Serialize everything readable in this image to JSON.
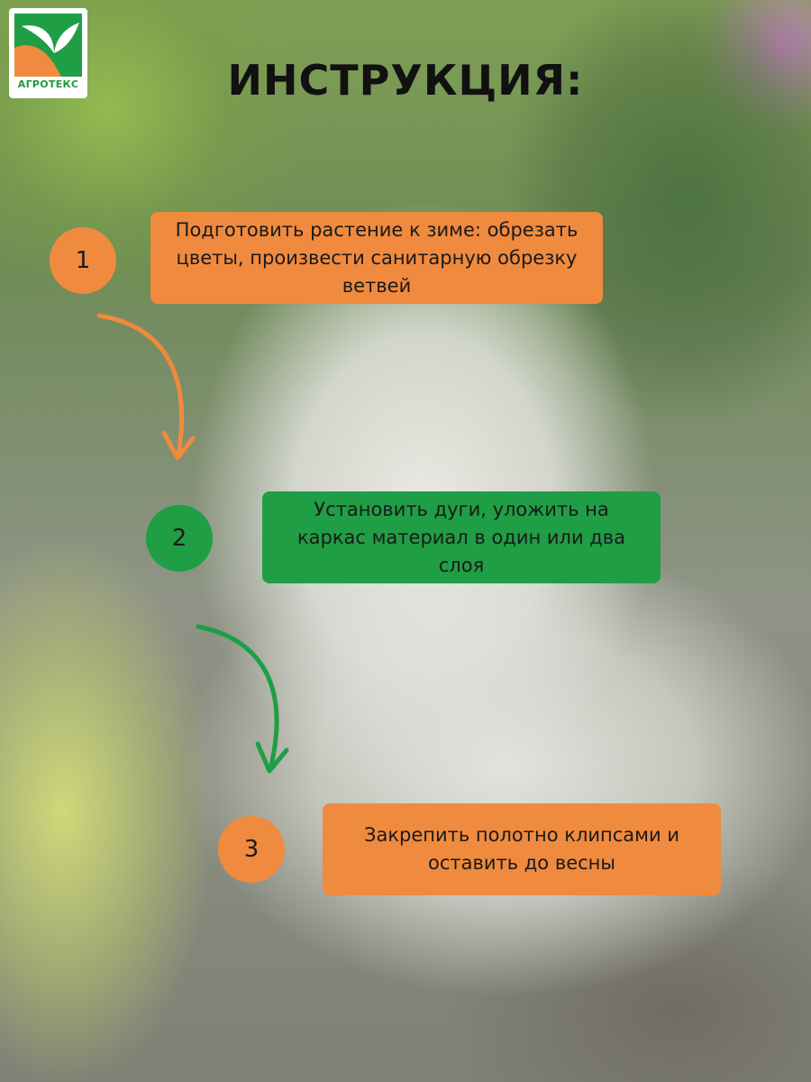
{
  "brand": {
    "name": "АГРОТЕКС",
    "colors": {
      "green": "#1f9e45",
      "orange": "#f08a3e"
    }
  },
  "title": "ИНСТРУКЦИЯ:",
  "steps": [
    {
      "number": "1",
      "text": "Подготовить растение к зиме: обрезать цветы, произвести санитарную обрезку ветвей",
      "color": "#f08a3e"
    },
    {
      "number": "2",
      "text": "Установить дуги, уложить на каркас материал в один или два слоя",
      "color": "#1f9e45"
    },
    {
      "number": "3",
      "text": "Закрепить полотно клипсами и оставить до весны",
      "color": "#f08a3e"
    }
  ],
  "icons": [
    "leaf-logo-icon",
    "curved-arrow-down-icon"
  ]
}
